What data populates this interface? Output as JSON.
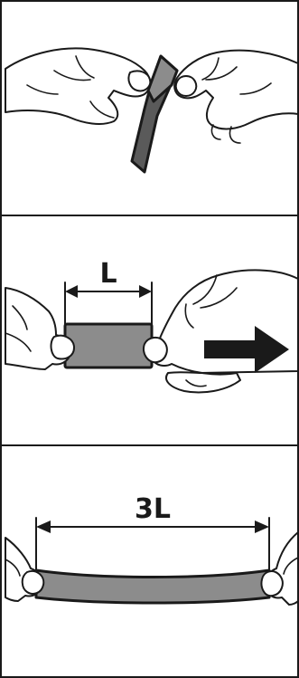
{
  "panels": [
    {
      "step": "fold-band"
    },
    {
      "step": "stretch-start",
      "length_label": "L"
    },
    {
      "step": "stretch-end",
      "length_label": "3L"
    }
  ],
  "colors": {
    "band_fill": "#8c8c8c",
    "band_fill_dark": "#5a5a5a",
    "outline": "#1a1a1a",
    "background": "#ffffff"
  },
  "icons": [
    "arrow-right-icon",
    "dimension-arrow-icon"
  ]
}
